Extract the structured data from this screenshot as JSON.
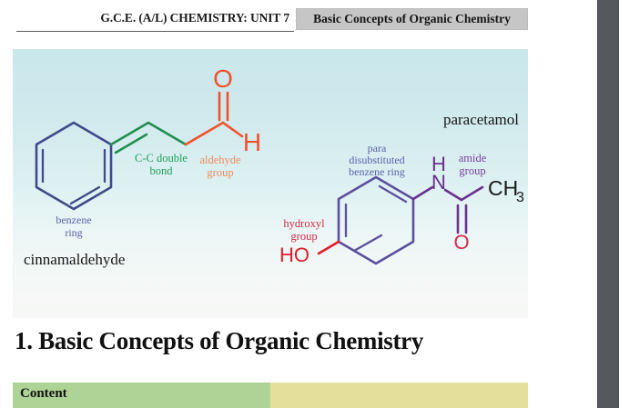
{
  "header": {
    "unit_label": "G.C.E. (A/L) CHEMISTRY: UNIT 7",
    "chip_label": "Basic Concepts of Organic Chemistry"
  },
  "section": {
    "title": "1. Basic Concepts of Organic Chemistry"
  },
  "content_bar": {
    "label": "Content"
  },
  "figure": {
    "molecules": [
      {
        "name": "cinnamaldehyde",
        "name_label": "cinnamaldehyde",
        "annotations": [
          {
            "id": "benzene-ring",
            "line1": "benzene",
            "line2": "ring",
            "color": "#5b62a8"
          },
          {
            "id": "cc-double-bond",
            "line1": "C-C double",
            "line2": "bond",
            "color": "#1f9d5a"
          },
          {
            "id": "aldehyde-group",
            "line1": "aldehyde",
            "line2": "group",
            "color": "#f08a5d"
          }
        ],
        "atom_labels": [
          {
            "id": "carbonyl-oxygen",
            "text": "O",
            "color": "#f2522a"
          },
          {
            "id": "aldehyde-hydrogen",
            "text": "H",
            "color": "#f2522a"
          }
        ]
      },
      {
        "name": "paracetamol",
        "name_label": "paracetamol",
        "annotations": [
          {
            "id": "para-disubstituted-benzene-ring",
            "line1": "para",
            "line2": "disubstituted",
            "line3": "benzene ring",
            "color": "#5b62a8"
          },
          {
            "id": "hydroxyl-group",
            "line1": "hydroxyl",
            "line2": "group",
            "color": "#d42a4b"
          },
          {
            "id": "amide-group",
            "line1": "amide",
            "line2": "group",
            "color": "#7b3f9d"
          }
        ],
        "atom_labels": [
          {
            "id": "hydroxyl-ho",
            "text": "HO",
            "color": "#e41b2a"
          },
          {
            "id": "amide-hydrogen",
            "text": "H",
            "color": "#6b2f8f"
          },
          {
            "id": "amide-nitrogen",
            "text": "N",
            "color": "#6b2f8f"
          },
          {
            "id": "methyl-group",
            "text": "CH",
            "subscript": "3",
            "color": "#1a1a1a"
          },
          {
            "id": "amide-oxygen",
            "text": "O",
            "color": "#d42a4b"
          }
        ]
      }
    ],
    "colors": {
      "benzene_blue": "#3f4a8a",
      "alkene_green": "#1f8f4e",
      "carbonyl_orange": "#f2522a",
      "hydroxyl_red": "#e41b2a",
      "amide_purple": "#6b2f8f",
      "background_top": "#c9e7ec",
      "background_bottom": "#f7f8f7"
    }
  },
  "theme": {
    "chip_background": "#c6c6c6",
    "content_green": "#aed396",
    "content_yellow": "#e5df9c",
    "gutter_dark": "#4a4d51"
  }
}
